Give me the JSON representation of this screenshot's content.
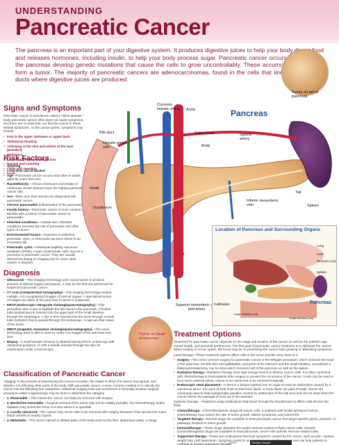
{
  "header": {
    "sup_title": "UNDERSTANDING",
    "title": "Pancreatic Cancer"
  },
  "intro": "The pancreas is an important part of your digestive system. It produces digestive juices to help your body digest food and releases hormones, including insulin, to help your body process sugar. Pancreatic cancer occurs when cells in the pancreas develop genetic mutations that cause the cells to grow uncontrollably. These accumulating cells can form a tumor. The majority of pancreatic cancers are adenocarcinomas, found in the cells that line the pancreatic ducts where digestive juices are produced.",
  "signs": {
    "title": "Signs and Symptoms",
    "text": "Pancreatic cancer is sometimes called a \"silent disease.\" Early pancreatic cancer often does not cause symptoms, and there are no tests that can find the cancer in those without symptoms. As the cancer grows, symptoms may include:",
    "items": [
      "Pain in the upper abdomen or upper back",
      "Abdominal bloating",
      "Yellowing of the skin and whites of the eyes (jaundice)",
      "Weakness",
      "Loss of appetite and weight loss",
      "Nausea and vomiting",
      "Chills and sweating",
      "Fever"
    ]
  },
  "risk": {
    "title": "Risk Factors",
    "items": [
      {
        "term": "Smoking",
        "text": ""
      },
      {
        "term": "Long-term use of alcohol",
        "text": ""
      },
      {
        "term": "Age",
        "text": "—Pancreatic cancer occurs most often in adults aged 55 years and over."
      },
      {
        "term": "Race/ethnicity",
        "text": "—African Americans and people of Ashkenazi Jewish descent have the highest pancreatic cancer rate."
      },
      {
        "term": "Sex",
        "text": "—More men than women are diagnosed with pancreatic cancer."
      },
      {
        "term": "Chronic pancreatitis",
        "text": " (inflammation of the pancreas)"
      },
      {
        "term": "Family history",
        "text": "—Pancreatic cancer is more common in families with a history of pancreatic cancer or pancreatitis."
      },
      {
        "term": "Inherited conditions",
        "text": "—Certain rare, inherited conditions increase the risk of pancreatic and other types of cancer."
      },
      {
        "term": "Environmental factors",
        "text": "—Exposure to asbestos, pesticides, dyes, or chemicals has been linked to an increased risk."
      },
      {
        "term": "Pancreatic cysts",
        "text": "—Intraductal papillary mucinous neoplasm (IPMN), a type of pancreatic cyst, may be a precursor to pancreatic cancer. They are usually discovered during an imaging test for some other reason or disorder."
      }
    ]
  },
  "diagnosis": {
    "title": "Diagnosis",
    "items": [
      {
        "term": "Ultrasound",
        "text": "—This imaging technology uses sound waves to produce pictures of internal organs and tissues. It may be the first test performed for suspected pancreatic cancer."
      },
      {
        "term": "CT scan (computerized tomography)",
        "text": "—This imaging technology creates multiple, 3-D computerized images of internal organs. A specialized series of images are taken of the pancreas if cancer is suspected."
      },
      {
        "term": "ERCP (endoscopic retrograde cholangiopancreatography)",
        "text": "—This procedure uses a dye to highlight the bile ducts in the pancreas. A flexible tube (endoscope) is inserted into the upper part of the small intestine through the esophagus. A dye is then injected into the ducts through a small tube (catheter) that is passed through the endoscope. X-rays are then taken of the ducts."
      },
      {
        "term": "MRCP (magnetic resonance cholangiopancreatography)",
        "text": "—The same technology used in MRI is used to create 3-D images of the pancreas and liver."
      },
      {
        "term": "Biopsy",
        "text": "—A small sample of tissue is obtained during ERCP, endoscopy with ultrasound guidance, or with a needle inserted through the skin for examination under a microscope."
      }
    ]
  },
  "classification": {
    "title": "Classification of Pancreatic Cancer",
    "text": "\"Staging\" is the process of determining the cancer's location, the extent to which the cancer has spread, and whether it is affecting other parts of the body. With pancreatic cancer, a more common method is to classify the cancer into the following four categories. Additional imaging tests and sometimes a minimally invasive surgical procedure called a laparoscopy may be done to determine the category.",
    "items": [
      {
        "term": "1. Resectable",
        "text": "—This means the cancer can likely be removed with surgery."
      },
      {
        "term": "2. Borderline resectable",
        "text": "—Surgical removal of the tumor may not be initially possible, but chemotherapy and/or radiation may shrink the tumor to a size where it is operable."
      },
      {
        "term": "3. Locally advanced",
        "text": "—The cancer may not be able to be removed with surgery because it has spread into major blood vessels or nearby organs."
      },
      {
        "term": "4. Metastatic",
        "text": "—The cancer spread to distant parts of the body such as the liver, abdominal cavity, or lungs."
      }
    ]
  },
  "treatment": {
    "title": "Treatment Options",
    "text": "Treatment for pancreatic cancer depends on the stage and location of the cancer as well as the patient's age, overall health, and personal preferences. The first goal of pancreatic cancer treatment is to eliminate the cancer. When surgery is not an option, the focus may be on preventing the cancer from growing or alleviating symptoms.",
    "local_intro": "Local therapy—These treatment options affect cells in the tumor and the area close to it.",
    "local_items": [
      {
        "term": "Surgery",
        "text": "—The most common surgery for pancreatic cancer is the Whipple procedure, which removes the head of the pancreas, the bile duct and gallbladder, and parts of the stomach and the small intestine. Sometimes a distal pancreatectomy can be done which removes half of the pancreas as well as the spleen."
      },
      {
        "term": "Radiation therapy",
        "text": "—Radiation therapy uses high-energy beams to destroy cancer cells. It is often combined with chemotherapy to treat patients after surgery to prevent the recurrence of the cancer. It also can be used to treat some patients whose cancer is too advanced to be removed surgically."
      },
      {
        "term": "Endoscopic stent placement",
        "text": "—A stent is a device inserted into an organ to treat an obstruction caused by a cancerous tumor. It is open at both ends so that food, liquid, or body fluids can pass through. Stents are commonly used to treat symptomatic jaundice caused by obstruction of the bile duct and can be used when the cancer blocks the passage of food out of the stomach."
      }
    ],
    "systemic_intro": "Systemic therapy—Treatment using medications that travel through the bloodstream to affect cells all over the body.",
    "systemic_items": [
      {
        "term": "Chemotherapy",
        "text": "—Chemotherapeutic drugs kill cancer cells. In patients with locally advanced cancer, chemotherapy may reduce the rate of tumor growth, relieve symptoms, and extend life."
      },
      {
        "term": "Targeted therapy",
        "text": "—Several drugs are available to treat pancreatic cancer that target specific genes, proteins, or pathways involved in tumor growth."
      },
      {
        "term": "Immunotherapy",
        "text": "—These drugs stimulate the body's immune system to fight cancer cells. Several immunotherapeutic drugs are available to treat pancreatic cancer with specific immune-related traits."
      },
      {
        "term": "Supportive therapy",
        "text": "—These are medications that treat symptoms caused by the cancer, such as pain, nausea, weight loss, and depression. Symptom control is an important aspect of treatment and can help patients to continue to receive anticancer therapy."
      }
    ]
  },
  "anatomy": {
    "pancreas_title": "Pancreas",
    "labels": {
      "tumor_tail": "Tumor on tail of pancreas",
      "common_hepatic": "Common hepatic artery",
      "aorta": "Aorta",
      "bile_duct": "Bile duct",
      "hepatic_portal": "Hepatic portal vein",
      "celiac": "Celiac trunk",
      "body": "Body",
      "splenic": "Splenic artery",
      "head": "Head",
      "tail": "Tail",
      "duodenum": "Duodenum",
      "inferior_mesenteric": "Inferior mesenteric vein",
      "spleen": "Spleen",
      "superior_mesenteric": "Superior mesenteric vein and artery",
      "tumor_head": "Tumor on head of pancreas"
    },
    "inset": {
      "title": "Location of Pancreas and Surrounding Organs",
      "labels": {
        "lung": "Lung",
        "liver": "Liver",
        "stomach": "Stomach (cut)",
        "spleen": "Spleen",
        "gallbladder": "Gallbladder",
        "pancreas": "Pancreas",
        "large_intestine": "Large intestine (cut)",
        "small_intestine": "Small intestine (cut)"
      }
    }
  },
  "footer": {
    "code": "#3920",
    "brand": "Wolters Kluwer"
  }
}
